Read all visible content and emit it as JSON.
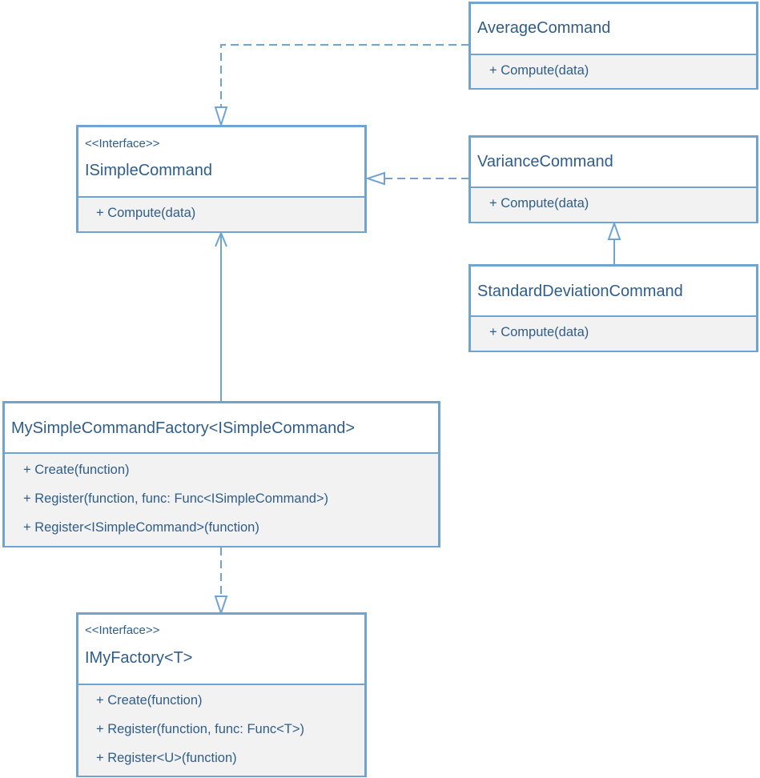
{
  "classes": {
    "average": {
      "name": "AverageCommand",
      "members": [
        "+ Compute(data)"
      ]
    },
    "isimple": {
      "stereotype": "<<Interface>>",
      "name": "ISimpleCommand",
      "members": [
        "+ Compute(data)"
      ]
    },
    "variance": {
      "name": "VarianceCommand",
      "members": [
        "+ Compute(data)"
      ]
    },
    "stddev": {
      "name": "StandardDeviationCommand",
      "members": [
        "+ Compute(data)"
      ]
    },
    "factory": {
      "name": "MySimpleCommandFactory<ISimpleCommand>",
      "members": [
        "+ Create(function)",
        "+ Register(function, func: Func<ISimpleCommand>)",
        "+ Register<ISimpleCommand>(function)"
      ]
    },
    "imyfactory": {
      "stereotype": "<<Interface>>",
      "name": "IMyFactory<T>",
      "members": [
        "+ Create(function)",
        "+ Register(function, func: Func<T>)",
        "+ Register<U>(function)"
      ]
    }
  },
  "colors": {
    "border": "#6fa4d2",
    "text": "#2f5d8a",
    "member_fill": "#f2f2f2"
  }
}
